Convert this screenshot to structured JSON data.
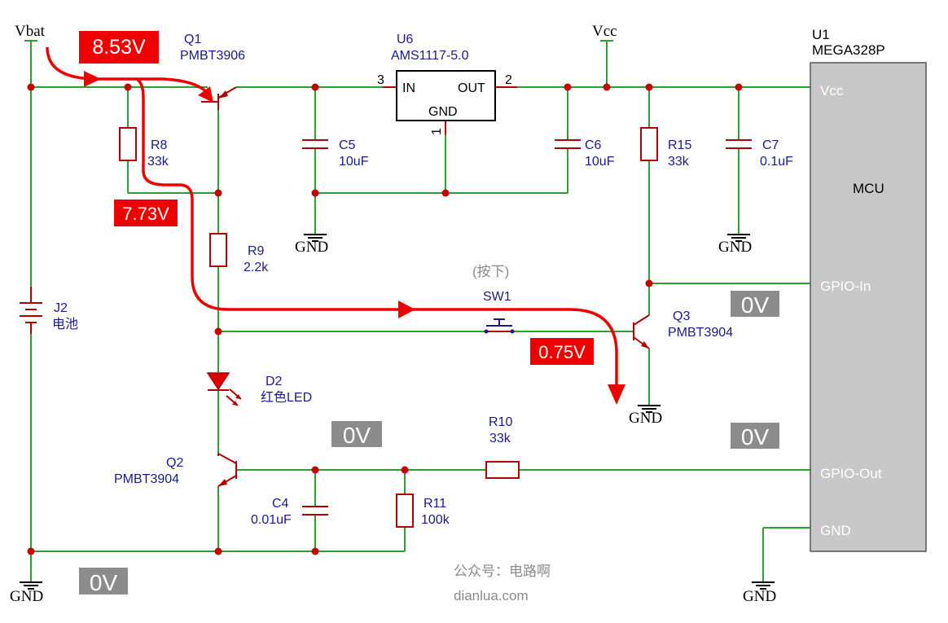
{
  "nets": {
    "vbat": "Vbat",
    "vcc": "Vcc",
    "gnd": "GND"
  },
  "components": {
    "q1": {
      "ref": "Q1",
      "value": "PMBT3906"
    },
    "u6": {
      "ref": "U6",
      "value": "AMS1117-5.0",
      "pin_in": "IN",
      "pin_out": "OUT",
      "pin_gnd": "GND",
      "pin3": "3",
      "pin2": "2",
      "pin1": "1"
    },
    "u1": {
      "ref": "U1",
      "value": "MEGA328P",
      "label": "MCU",
      "pins": {
        "vcc": "Vcc",
        "gpio_in": "GPIO-In",
        "gpio_out": "GPIO-Out",
        "gnd": "GND"
      }
    },
    "r8": {
      "ref": "R8",
      "value": "33k"
    },
    "c5": {
      "ref": "C5",
      "value": "10uF"
    },
    "c6": {
      "ref": "C6",
      "value": "10uF"
    },
    "r15": {
      "ref": "R15",
      "value": "33k"
    },
    "c7": {
      "ref": "C7",
      "value": "0.1uF"
    },
    "r9": {
      "ref": "R9",
      "value": "2.2k"
    },
    "sw1": {
      "ref": "SW1",
      "state": "(按下)"
    },
    "q3": {
      "ref": "Q3",
      "value": "PMBT3904"
    },
    "j2": {
      "ref": "J2",
      "value": "电池"
    },
    "d2": {
      "ref": "D2",
      "value": "红色LED"
    },
    "q2": {
      "ref": "Q2",
      "value": "PMBT3904"
    },
    "r10": {
      "ref": "R10",
      "value": "33k"
    },
    "c4": {
      "ref": "C4",
      "value": "0.01uF"
    },
    "r11": {
      "ref": "R11",
      "value": "100k"
    }
  },
  "voltages": {
    "vbat": "8.53V",
    "q1_base": "7.73V",
    "q3_base": "0.75V",
    "gpio_in": "0V",
    "q2_base": "0V",
    "gpio_out": "0V",
    "gnd": "0V"
  },
  "colors": {
    "wire": "#2e9e2e",
    "component": "#b00000",
    "highlight": "#ee0000",
    "badge_gray": "#8c8c8c",
    "mcu_body": "#c8c8c8"
  },
  "watermark": {
    "line1": "公众号：电路啊",
    "line2": "dianlua.com"
  }
}
